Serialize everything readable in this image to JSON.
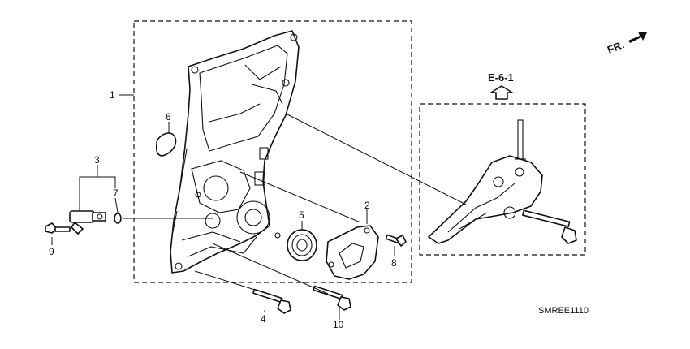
{
  "callouts": {
    "c1": "1",
    "c2": "2",
    "c3": "3",
    "c4": "4",
    "c5": "5",
    "c6": "6",
    "c7": "7",
    "c8": "8",
    "c9": "9",
    "c10": "10"
  },
  "reference": {
    "label": "E-6-1"
  },
  "direction": {
    "label": "FR."
  },
  "diagram_code": "SMREE1110",
  "colors": {
    "line": "#111111",
    "background": "#ffffff"
  },
  "icons": {
    "reference_arrow": "up-arrow-icon",
    "front_arrow": "right-arrow-icon"
  }
}
